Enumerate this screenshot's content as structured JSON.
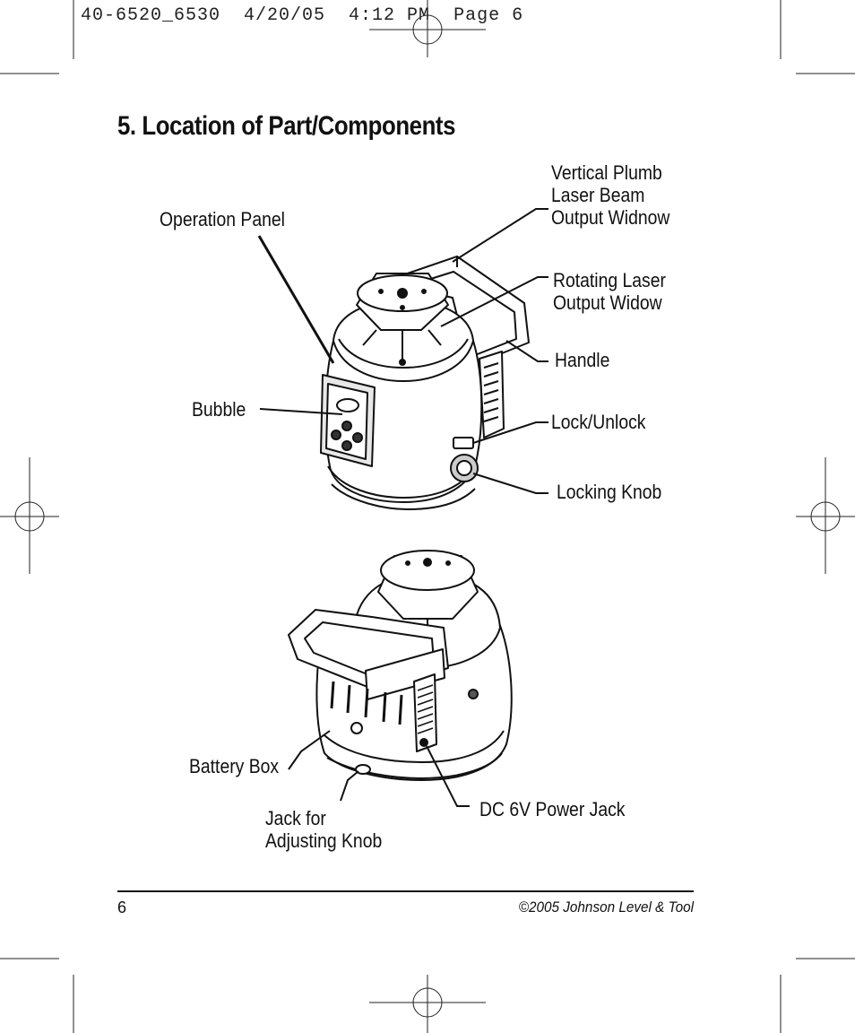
{
  "slug": "40-6520_6530  4/20/05  4:12 PM  Page 6",
  "title": "5. Location of Part/Components",
  "labels": {
    "vertical_plumb": "Vertical Plumb\nLaser Beam\nOutput Widnow",
    "operation_panel": "Operation Panel",
    "rotating_laser": "Rotating Laser\nOutput Widow",
    "handle": "Handle",
    "bubble": "Bubble",
    "lock_unlock": "Lock/Unlock",
    "locking_knob": "Locking Knob",
    "battery_box": "Battery Box",
    "jack_adjusting": "Jack for\nAdjusting Knob",
    "dc_jack": "DC 6V Power Jack"
  },
  "footer": {
    "page_number": "6",
    "copyright": "©2005 Johnson Level & Tool"
  }
}
